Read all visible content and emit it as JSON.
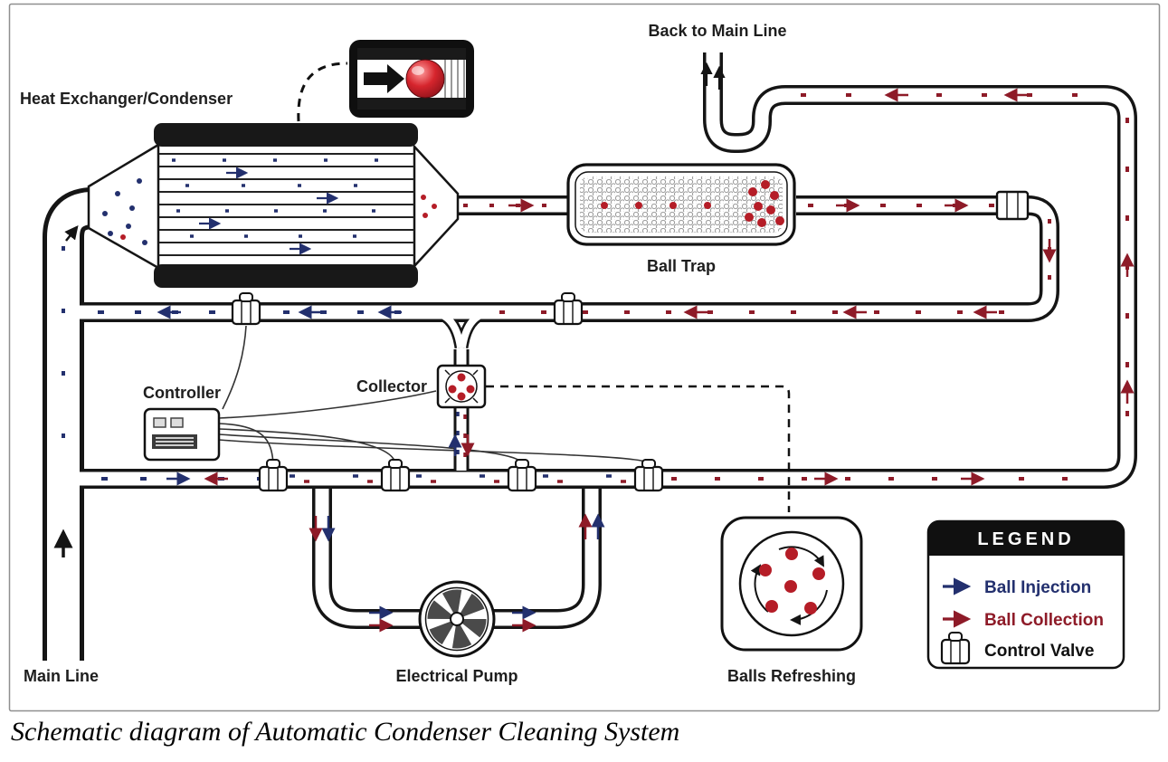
{
  "caption": "Schematic diagram of Automatic Condenser Cleaning System",
  "diagram": {
    "labels": {
      "heat_exchanger": "Heat Exchanger/Condenser",
      "back_to_main_line": "Back to Main Line",
      "ball_trap": "Ball Trap",
      "collector": "Collector",
      "controller": "Controller",
      "electrical_pump": "Electrical Pump",
      "balls_refreshing": "Balls Refreshing",
      "main_line": "Main Line"
    }
  },
  "legend": {
    "title": "LEGEND",
    "items": [
      {
        "label": "Ball Injection",
        "color": "#23306e",
        "icon": "injection-arrow-icon"
      },
      {
        "label": "Ball Collection",
        "color": "#8e1b28",
        "icon": "collection-arrow-icon"
      },
      {
        "label": "Control Valve",
        "color": "#111111",
        "icon": "control-valve-icon"
      }
    ]
  },
  "colors": {
    "ball_injection": "#23306e",
    "ball_collection": "#8e1b28",
    "ball": "#c1202a",
    "pipe_outline": "#151515"
  }
}
